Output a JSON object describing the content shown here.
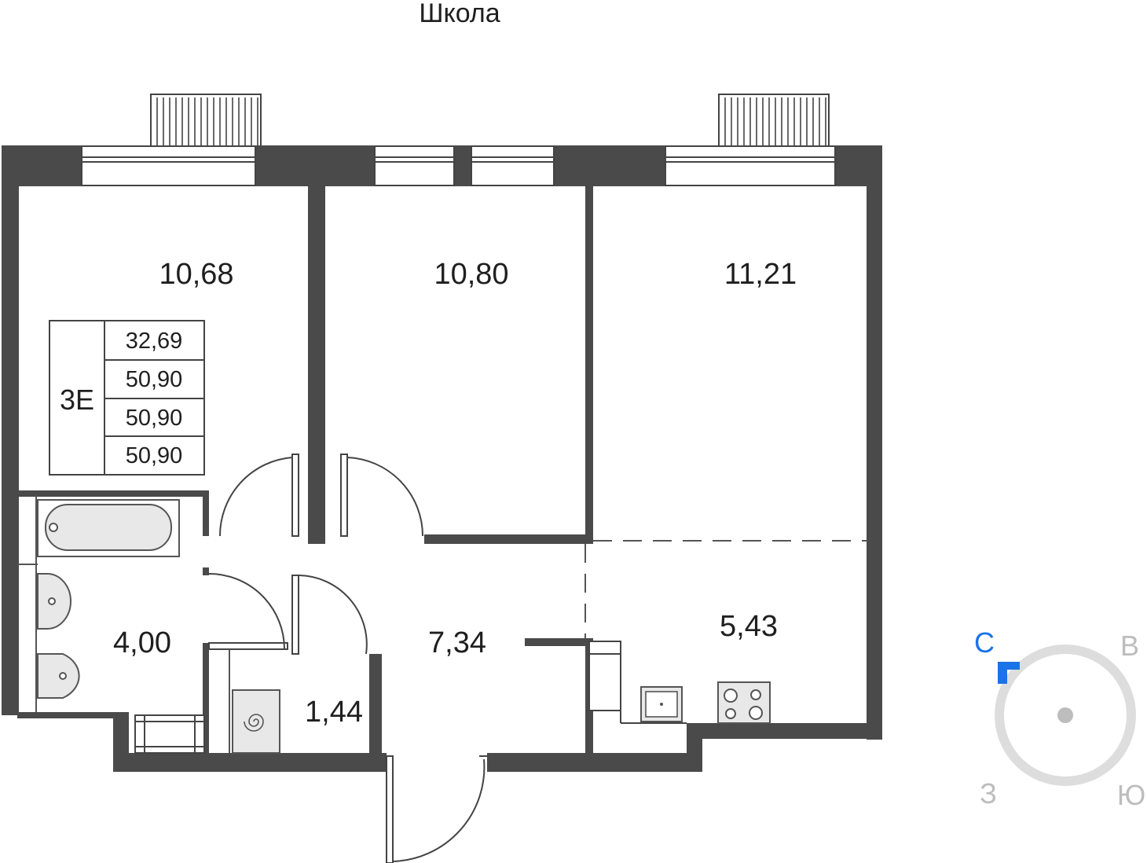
{
  "top_label": "Школа",
  "rooms": {
    "room_left": "10,68",
    "room_middle": "10,80",
    "room_right": "11,21",
    "bathroom": "4,00",
    "hall": "7,34",
    "kitchen": "5,43",
    "storage": "1,44"
  },
  "apartment_table": {
    "code": "3Е",
    "values": [
      "32,69",
      "50,90",
      "50,90",
      "50,90"
    ]
  },
  "compass": {
    "north": "С",
    "east": "В",
    "south": "Ю",
    "west": "З",
    "accent_color": "#1a73e8",
    "ring_color": "#dddddd",
    "letter_color": "#bdbdbd"
  },
  "colors": {
    "wall": "#4a4a4a",
    "fixture_fill": "#e8e8e8",
    "fixture_stroke": "#555555"
  }
}
